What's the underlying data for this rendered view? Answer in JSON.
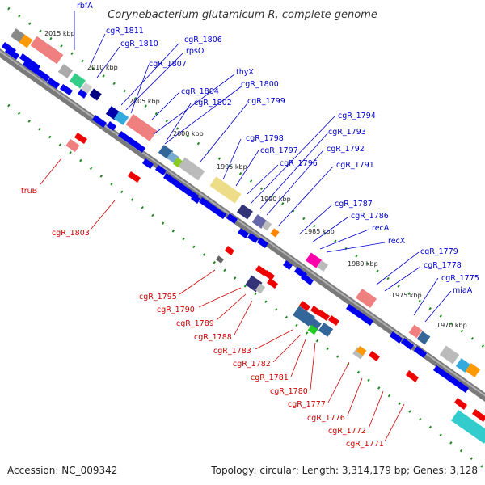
{
  "title": "Corynebacterium glutamicum R, complete genome",
  "footer": {
    "accession": "Accession: NC_009342",
    "topology": "Topology: circular; Length: 3,314,179 bp; Genes: 3,128"
  },
  "colors": {
    "forward_arrow": "#0000ee",
    "reverse_arrow": "#ee0000",
    "forward_label": "#0000cc",
    "reverse_label": "#cc0000",
    "backbone": "#888888",
    "tick_dots": "#1f8a1f"
  },
  "ticks": [
    "2015 kbp",
    "2010 kbp",
    "2005 kbp",
    "2000 kbp",
    "1995 kbp",
    "1990 kbp",
    "1985 kbp",
    "1980 kbp",
    "1975 kbp",
    "1970 kbp"
  ],
  "forward_genes": [
    "rbfA",
    "cgR_1811",
    "cgR_1810",
    "cgR_1806",
    "rpsO",
    "cgR_1807",
    "thyX",
    "cgR_1800",
    "cgR_1804",
    "cgR_1802",
    "cgR_1799",
    "cgR_1794",
    "cgR_1793",
    "cgR_1798",
    "cgR_1797",
    "cgR_1792",
    "cgR_1796",
    "cgR_1791",
    "cgR_1787",
    "cgR_1786",
    "recA",
    "recX",
    "cgR_1779",
    "cgR_1778",
    "cgR_1775",
    "miaA"
  ],
  "reverse_genes": [
    "truB",
    "cgR_1803",
    "cgR_1795",
    "cgR_1790",
    "cgR_1789",
    "cgR_1788",
    "cgR_1783",
    "cgR_1782",
    "cgR_1781",
    "cgR_1780",
    "cgR_1777",
    "cgR_1776",
    "cgR_1772",
    "cgR_1771"
  ]
}
